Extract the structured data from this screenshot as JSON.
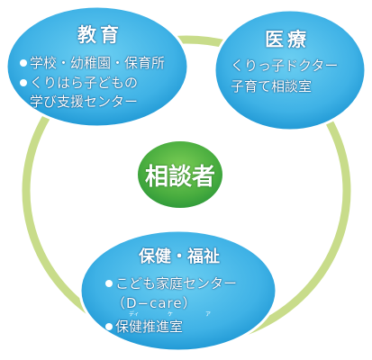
{
  "center": {
    "label": "相談者"
  },
  "nodes": {
    "education": {
      "title": "教育",
      "items": [
        "学校・幼稚園・保育所",
        "くりはら子どもの",
        "学び支援センター"
      ]
    },
    "medical": {
      "title": "医療",
      "items": [
        "くりっ子ドクター",
        "子育て相談室"
      ]
    },
    "health_welfare": {
      "title": "保健・福祉",
      "items": [
        "こども家庭センター",
        "（D−care）",
        "保健推進室"
      ],
      "ruby": [
        "ディ",
        "ケ",
        "ア"
      ]
    }
  },
  "colors": {
    "ring": "#c8dc8a",
    "bubble_light": "#5bc6ee",
    "bubble_dark": "#1d96d3",
    "center_light": "#69c24a",
    "center_dark": "#2f9a3a",
    "text": "#ffffff"
  }
}
